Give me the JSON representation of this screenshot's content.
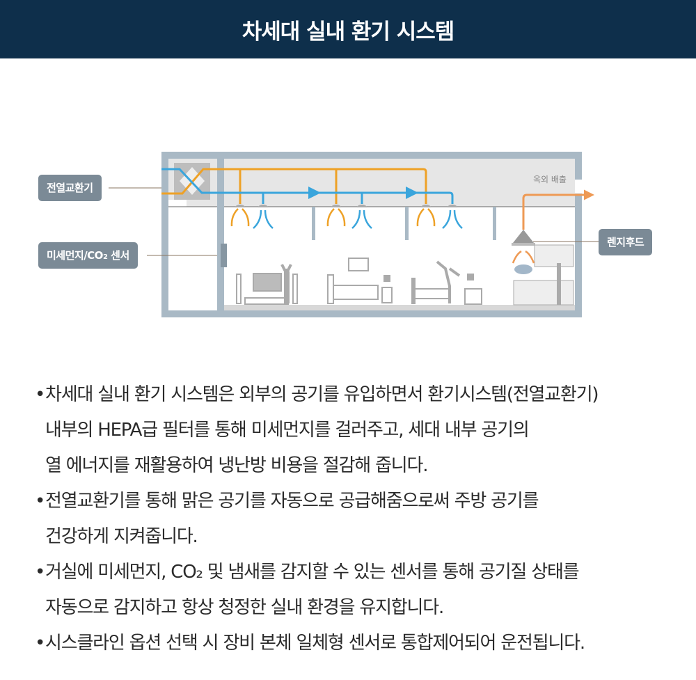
{
  "header": {
    "title": "차세대 실내 환기 시스템"
  },
  "diagram": {
    "labels": {
      "erv": "전열교환기",
      "sensor": "미세먼지/CO",
      "sensor_sub": "2",
      "sensor_tail": " 센서",
      "hood": "렌지후드",
      "exhaust": "옥외 배출"
    },
    "colors": {
      "supply": "#eea126",
      "return": "#3aa5dc",
      "exhaust": "#ee9a55",
      "frame": "#a9b9c5",
      "label_bg": "#7b8a96"
    }
  },
  "bullets": [
    {
      "lines": [
        "차세대 실내 환기 시스템은 외부의 공기를 유입하면서 환기시스템(전열교환기)",
        "내부의 HEPA급 필터를 통해 미세먼지를 걸러주고, 세대 내부 공기의",
        "열 에너지를 재활용하여 냉난방 비용을 절감해 줍니다."
      ]
    },
    {
      "lines": [
        "전열교환기를 통해 맑은 공기를 자동으로 공급해줌으로써 주방 공기를",
        "건강하게 지켜줍니다."
      ]
    },
    {
      "lines": [
        "거실에 미세먼지, CO₂ 및 냄새를 감지할 수 있는 센서를 통해 공기질 상태를",
        "자동으로 감지하고 항상 청정한 실내 환경을 유지합니다."
      ]
    },
    {
      "lines": [
        "시스클라인 옵션 선택 시 장비 본체 일체형 센서로 통합제어되어 운전됩니다."
      ]
    }
  ]
}
